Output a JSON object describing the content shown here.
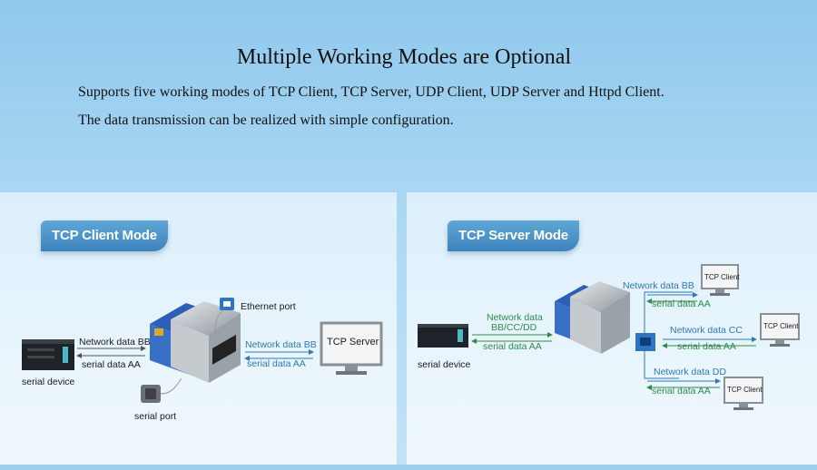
{
  "header": {
    "title": "Multiple Working Modes are Optional",
    "line1": "Supports five working modes of TCP Client, TCP Server, UDP Client, UDP Server and Httpd Client.",
    "line2": "The data transmission can be realized with simple configuration."
  },
  "client_mode": {
    "badge": "TCP Client Mode",
    "serial_device": "serial device",
    "serial_port": "serial port",
    "ethernet_port": "Ethernet port",
    "link_left_top": "Network data BB",
    "link_left_bottom": "serial data AA",
    "link_right_top": "Network data BB",
    "link_right_bottom": "serial data AA",
    "server_label": "TCP Server"
  },
  "server_mode": {
    "badge": "TCP Server Mode",
    "serial_device": "serial device",
    "link_left_top_1": "Network data",
    "link_left_top_2": "BB/CC/DD",
    "link_left_bottom": "serial data AA",
    "client1_top": "Network data BB",
    "client1_bottom": "serial data AA",
    "client2_top": "Network data CC",
    "client2_bottom": "serial data AA",
    "client3_top": "Network data DD",
    "client3_bottom": "serial data AA",
    "client_label_1": "TCP Client",
    "client_label_2": "TCP Client",
    "client_label_3": "TCP Client"
  },
  "colors": {
    "network_text": "#2e79b5",
    "serial_text": "#2f8b4a",
    "badge": "#4a90c6"
  }
}
